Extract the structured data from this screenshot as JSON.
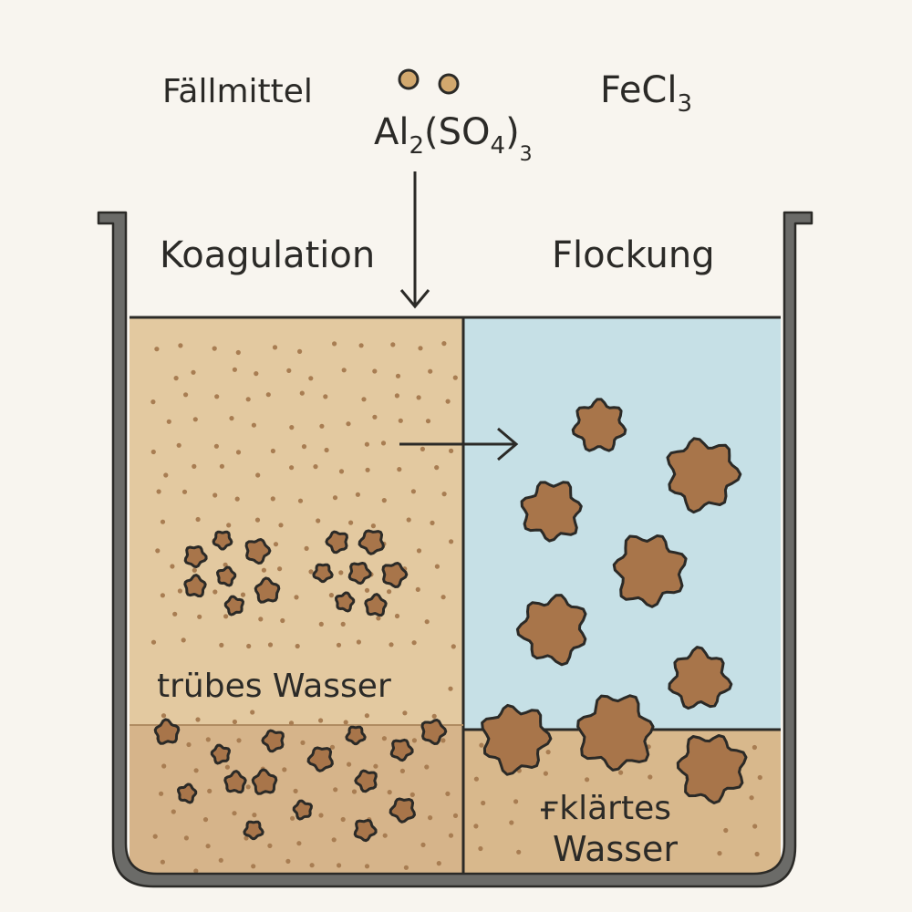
{
  "labels": {
    "precipitant": "Fällmittel",
    "alum_prefix": "Al",
    "alum_sub1": "2",
    "alum_mid": "(SO",
    "alum_sub2": "4",
    "alum_paren": ")",
    "alum_sub3": "3",
    "ferric_prefix": "FeCl",
    "ferric_sub": "3",
    "coagulation": "Koagulation",
    "flocculation": "Flockung",
    "turbid_water": "trübes Wasser",
    "clarified_line1": "ғklärtes",
    "clarified_line2": "Wasser"
  },
  "colors": {
    "background": "#f8f5ef",
    "turbid_water": "#e3c9a0",
    "turbid_sediment": "#d6b48a",
    "clear_water": "#c6e0e6",
    "clear_sediment": "#d8b88c",
    "floc": "#a8754a",
    "outline": "#2b2a27",
    "dots": "#a87d52",
    "container": "#6b6b68"
  }
}
